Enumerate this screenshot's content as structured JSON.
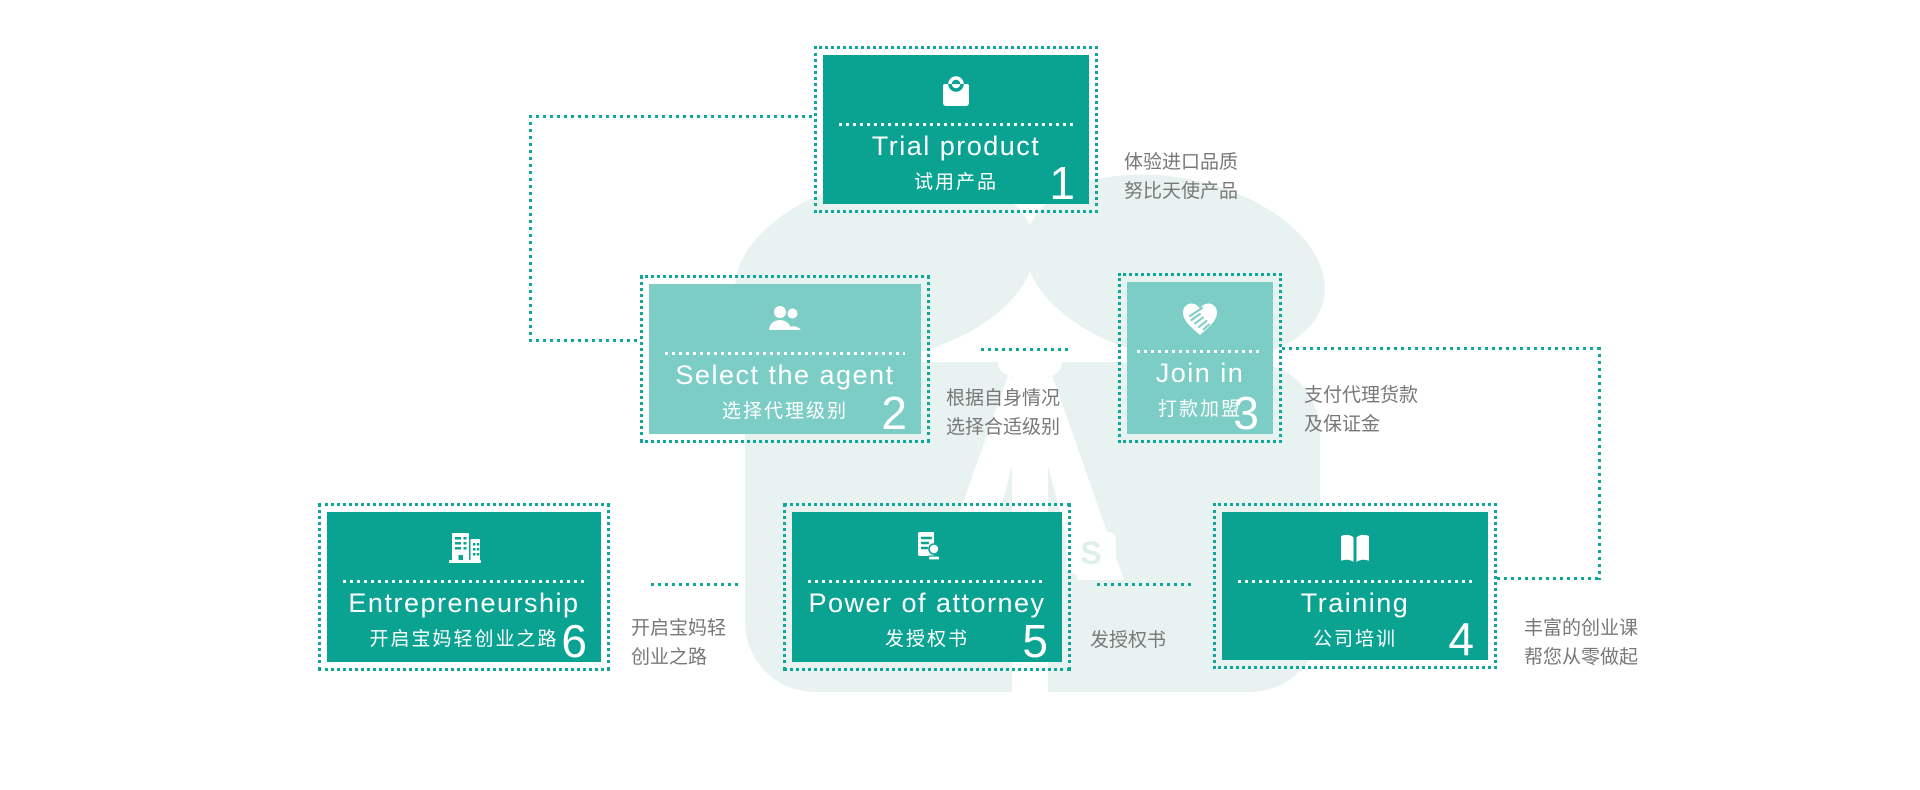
{
  "colors": {
    "dark_teal": "#0aa392",
    "light_teal": "#7ccdc5",
    "dotted_line_teal": "#0ea79a",
    "note_gray": "#787878",
    "watermark_teal": "#e8f3f1",
    "card_text": "#ffffff"
  },
  "steps": [
    {
      "number": "1",
      "title_en": "Trial product",
      "title_zh": "试用产品",
      "icon": "shopping-bag-icon",
      "variant": "dark"
    },
    {
      "number": "2",
      "title_en": "Select the agent",
      "title_zh": "选择代理级别",
      "icon": "people-icon",
      "variant": "light"
    },
    {
      "number": "3",
      "title_en": "Join in",
      "title_zh": "打款加盟",
      "icon": "handshake-heart-icon",
      "variant": "light"
    },
    {
      "number": "4",
      "title_en": "Training",
      "title_zh": "公司培训",
      "icon": "open-book-icon",
      "variant": "dark"
    },
    {
      "number": "5",
      "title_en": "Power of attorney",
      "title_zh": "发授权书",
      "icon": "document-stamp-icon",
      "variant": "dark"
    },
    {
      "number": "6",
      "title_en": "Entrepreneurship",
      "title_zh": "开启宝妈轻创业之路",
      "icon": "buildings-icon",
      "variant": "dark"
    }
  ],
  "notes": [
    {
      "lines": [
        "体验进口品质",
        "努比天使产品"
      ]
    },
    {
      "lines": [
        "根据自身情况",
        "选择合适级别"
      ]
    },
    {
      "lines": [
        "支付代理货款",
        "及保证金"
      ]
    },
    {
      "lines": [
        "丰富的创业课",
        "帮您从零做起"
      ]
    },
    {
      "lines": [
        "发授权书",
        ""
      ]
    },
    {
      "lines": [
        "开启宝妈轻",
        "创业之路"
      ]
    }
  ],
  "watermark": {
    "letter": "S"
  }
}
